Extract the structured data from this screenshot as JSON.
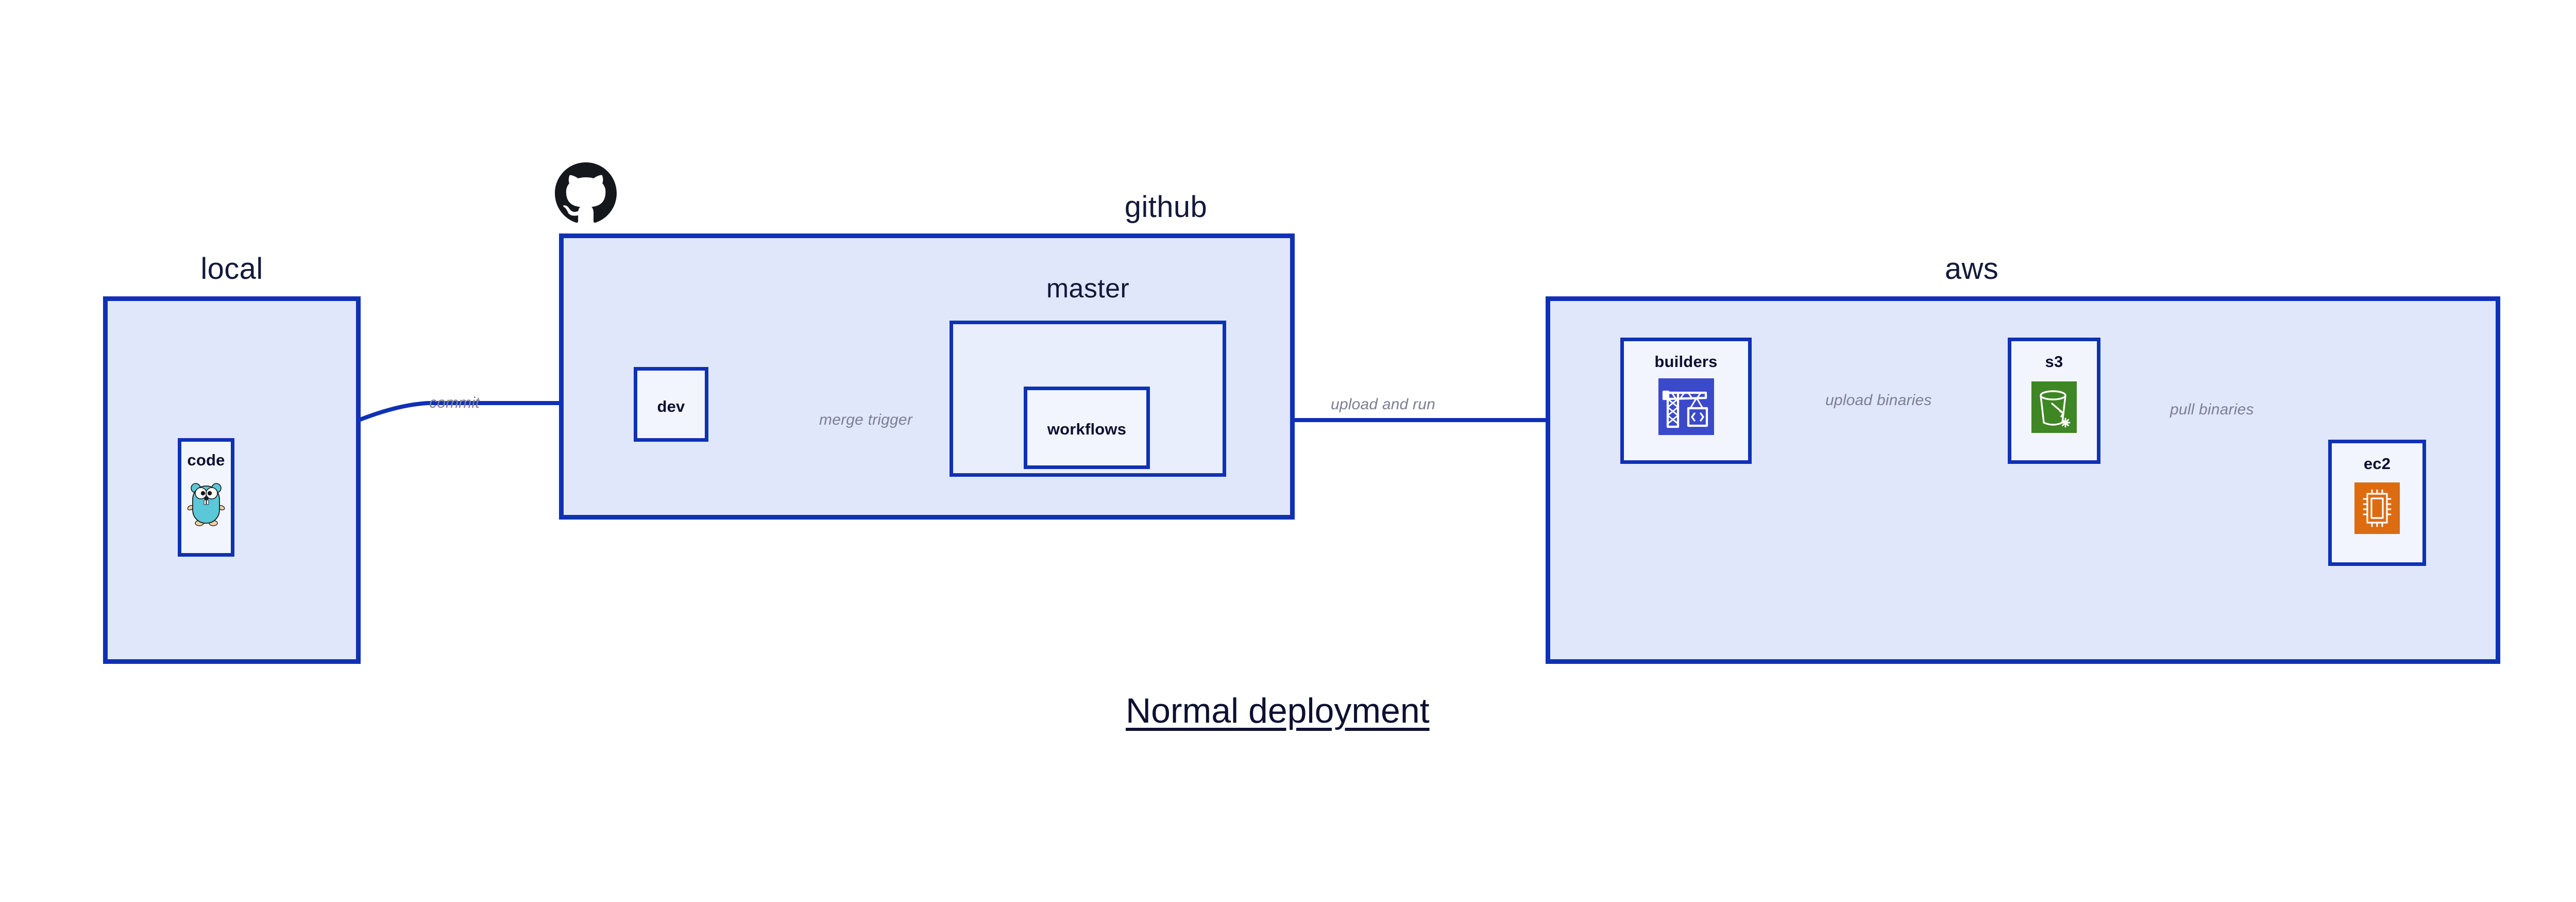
{
  "caption": "Normal deployment",
  "colors": {
    "stroke": "#0f31b5",
    "group_fill": "#e1e7fb",
    "subgroup_fill": "#e9eefc",
    "node_fill": "#f2f5fd",
    "label_text": "#131938",
    "edge_label_text": "#7b7f92",
    "s3_green": "#3f8624",
    "builders_blue": "#3b49cc",
    "ec2_orange": "#dd6b10",
    "gopher_cyan": "#5ac8d8",
    "github_black": "#14171c"
  },
  "groups": [
    {
      "id": "local",
      "label": "local",
      "icon": null
    },
    {
      "id": "github",
      "label": "github",
      "icon": "github-logo-icon"
    },
    {
      "id": "aws",
      "label": "aws",
      "icon": null
    }
  ],
  "subgroups": [
    {
      "id": "master",
      "label": "master",
      "parent": "github"
    }
  ],
  "nodes": [
    {
      "id": "code",
      "label": "code",
      "icon": "go-gopher-icon",
      "parent": "local"
    },
    {
      "id": "dev",
      "label": "dev",
      "icon": null,
      "parent": "github"
    },
    {
      "id": "workflows",
      "label": "workflows",
      "icon": null,
      "parent": "master"
    },
    {
      "id": "builders",
      "label": "builders",
      "icon": "crane-code-icon",
      "parent": "aws"
    },
    {
      "id": "s3",
      "label": "s3",
      "icon": "s3-bucket-icon",
      "parent": "aws"
    },
    {
      "id": "ec2",
      "label": "ec2",
      "icon": "ec2-chip-icon",
      "parent": "aws"
    }
  ],
  "edges": [
    {
      "id": "code-to-dev",
      "from": "code",
      "to": "dev",
      "label": "commit"
    },
    {
      "id": "dev-to-workflows",
      "from": "dev",
      "to": "workflows",
      "label": "merge trigger"
    },
    {
      "id": "workflows-to-builders",
      "from": "workflows",
      "to": "builders",
      "label": "upload and run"
    },
    {
      "id": "builders-to-s3",
      "from": "builders",
      "to": "s3",
      "label": "upload binaries"
    },
    {
      "id": "s3-to-ec2",
      "from": "s3",
      "to": "ec2",
      "label": "pull binaries"
    }
  ]
}
